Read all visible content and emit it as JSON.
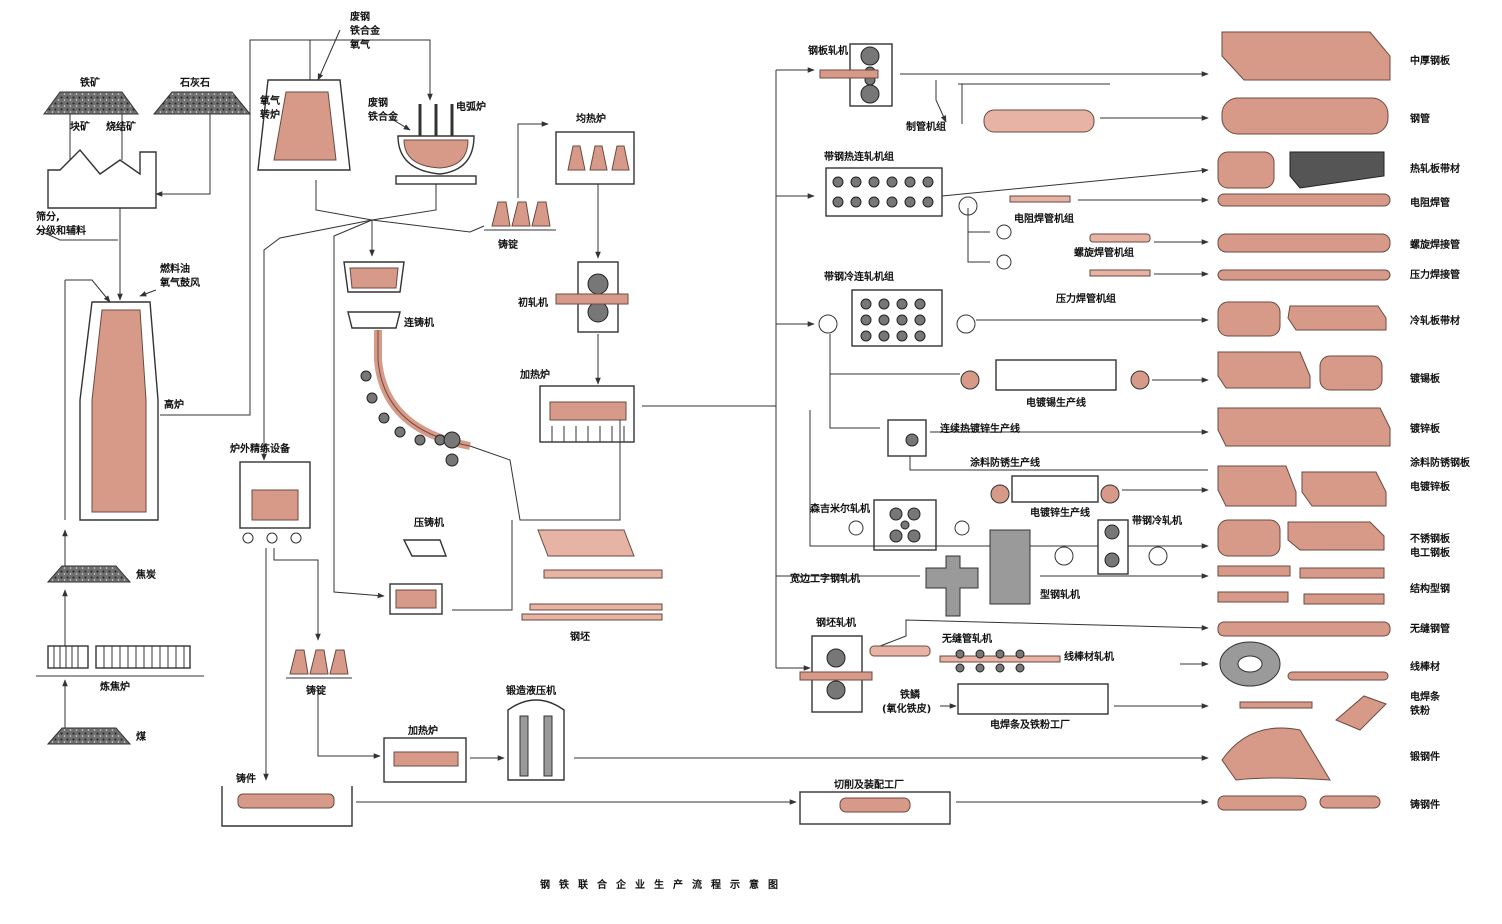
{
  "caption": "钢铁联合企业生产流程示意图",
  "colors": {
    "steel": "#d89a88",
    "line": "#333333",
    "equipment": "#ffffff"
  },
  "labels": {
    "iron_ore": "铁矿",
    "limestone": "石灰石",
    "lump_ore": "块矿",
    "sinter": "烧结矿",
    "screening_1": "筛分,",
    "screening_2": "分级和辅料",
    "fuel_oil": "燃料油",
    "oxygen_blast": "氧气鼓风",
    "blast_furnace": "高炉",
    "coke": "焦炭",
    "coke_oven": "炼焦炉",
    "coal": "煤",
    "bof_in_1": "废钢",
    "bof_in_2": "铁合金",
    "bof_in_3": "氧气",
    "bof_1": "氧气",
    "bof_2": "转炉",
    "eaf_in_1": "废钢",
    "eaf_in_2": "铁合金",
    "eaf": "电弧炉",
    "secondary_refining": "炉外精练设备",
    "continuous_caster": "连铸机",
    "ingot_1": "铸锭",
    "ingot_2": "铸锭",
    "soaking_pit": "均热炉",
    "blooming_mill": "初轧机",
    "reheating_1": "加热炉",
    "reheating_2": "加热炉",
    "pressure_caster": "压铸机",
    "billet": "钢坯",
    "forging_press": "锻造液压机",
    "casting": "铸件",
    "machining": "切削及装配工厂",
    "plate_mill": "钢板轧机",
    "pipe_unit": "制管机组",
    "hot_strip": "带钢热连轧机组",
    "erw_unit": "电阻焊管机组",
    "spiral_unit": "螺旋焊管机组",
    "pressure_weld_unit": "压力焊管机组",
    "cold_strip": "带钢冷连轧机组",
    "tinning_line": "电镀锡生产线",
    "galv_line": "连续热镀锌生产线",
    "coating_line": "涂料防锈生产线",
    "zinc_line": "电镀锌生产线",
    "sendzimir": "森吉米尔轧机",
    "cold_mill": "带钢冷轧机",
    "h_beam_mill": "宽边工字钢轧机",
    "section_mill": "型钢轧机",
    "billet_mill": "钢坯轧机",
    "seamless_mill": "无缝管轧机",
    "wire_mill": "线棒材轧机",
    "scale_1": "铁鳞",
    "scale_2": "(氧化铁皮)",
    "electrode_plant": "电焊条及铁粉工厂"
  },
  "products": [
    "中厚钢板",
    "钢管",
    "热轧板带材",
    "电阻焊管",
    "螺旋焊接管",
    "压力焊接管",
    "冷轧板带材",
    "镀锡板",
    "镀锌板",
    "涂料防锈钢板",
    "电镀锌板",
    "不锈钢板",
    "电工钢板",
    "结构型钢",
    "无缝钢管",
    "线棒材",
    "电焊条",
    "铁粉",
    "锻钢件",
    "铸钢件"
  ]
}
